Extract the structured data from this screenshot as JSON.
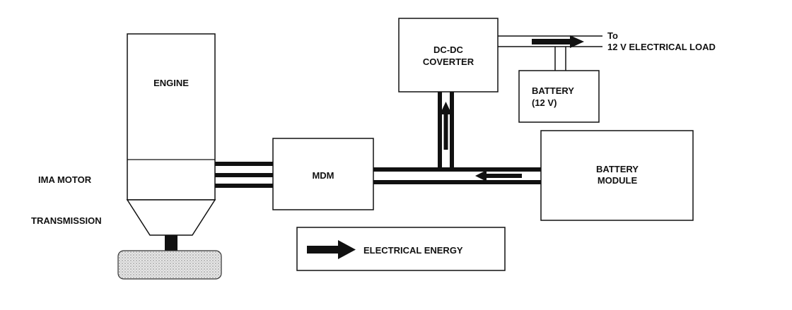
{
  "labels": {
    "engine": "ENGINE",
    "ima_motor": "IMA MOTOR",
    "transmission": "TRANSMISSION",
    "mdm": "MDM",
    "dcdc_line1": "DC-DC",
    "dcdc_line2": "COVERTER",
    "battery12_line1": "BATTERY",
    "battery12_line2": "(12 V)",
    "battery_module_line1": "BATTERY",
    "battery_module_line2": "MODULE",
    "load_line1": "To",
    "load_line2": "12 V ELECTRICAL LOAD",
    "legend": "ELECTRICAL ENERGY"
  },
  "colors": {
    "line": "#111111",
    "wheel_fill": "#d9d9d9"
  }
}
